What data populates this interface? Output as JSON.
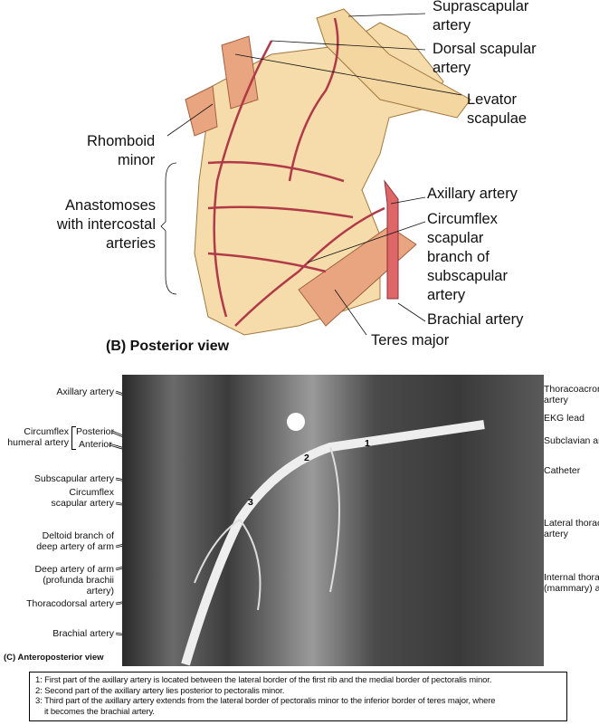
{
  "panel_b": {
    "caption": "(B) Posterior view",
    "labels": {
      "suprascapular": "Suprascapular\nartery",
      "dorsal_scapular": "Dorsal scapular\nartery",
      "levator": "Levator\nscapulae",
      "rhomboid": "Rhomboid\nminor",
      "anastomoses": "Anastomoses\nwith intercostal\narteries",
      "axillary": "Axillary artery",
      "circumflex": "Circumflex\nscapular\nbranch of\nsubscapular\nartery",
      "brachial": "Brachial artery",
      "teres": "Teres major"
    }
  },
  "panel_c": {
    "caption": "(C) Anteroposterior view",
    "numbers": [
      "1",
      "2",
      "3"
    ],
    "left_labels": {
      "axillary": "Axillary artery",
      "circumflex_humeral": "Circumflex\nhumeral artery",
      "posterior": "Posterior",
      "anterior": "Anterior",
      "subscapular": "Subscapular artery",
      "circumflex_scapular": "Circumflex\nscapular artery",
      "deltoid": "Deltoid branch of\ndeep artery of arm",
      "deep": "Deep artery of arm\n(profunda brachii\nartery)",
      "thoracodorsal": "Thoracodorsal artery",
      "brachial": "Brachial artery"
    },
    "right_labels": {
      "thoracoacromial": "Thoracoacromial\nartery",
      "ekg": "EKG lead",
      "subclavian": "Subclavian artery",
      "catheter": "Catheter",
      "lateral_thoracic": "Lateral thoracic\nartery",
      "internal_thoracic": "Internal thoracic\n(mammary) artery"
    }
  },
  "notes": [
    "1: First part of the axillary artery is located between the lateral border of the first rib and the medial border of pectoralis minor.",
    "2: Second part of the axillary artery lies posterior to pectoralis minor.",
    "3: Third part of the axillary artery extends from the lateral border of pectoralis minor to the inferior border of teres major, where\n    it becomes the brachial artery."
  ],
  "colors": {
    "bone": "#f6dcaa",
    "artery": "#b03a48",
    "muscle": "#e8a580"
  }
}
